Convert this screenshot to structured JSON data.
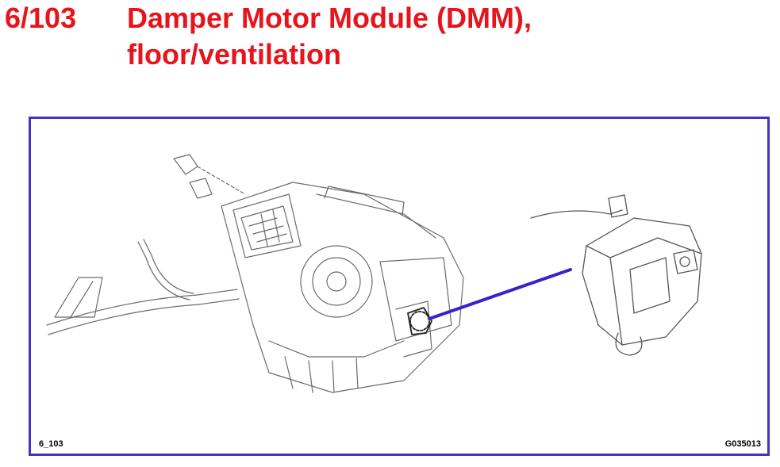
{
  "title": {
    "number": "6/103",
    "line1": "Damper Motor Module (DMM),",
    "line2": "floor/ventilation"
  },
  "figure": {
    "label_left": "6_103",
    "label_right": "G035013"
  },
  "colors": {
    "title": "#e8141c",
    "frame": "#4a2fc4",
    "pointer": "#3b22c8"
  }
}
